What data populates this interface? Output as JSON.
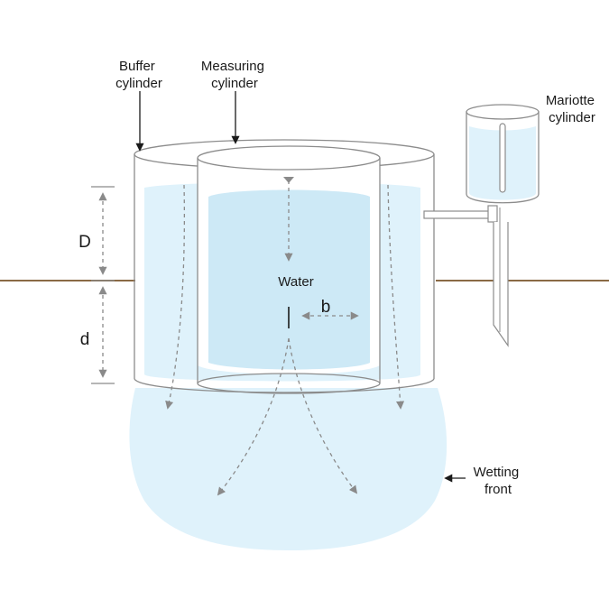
{
  "labels": {
    "buffer_cylinder": [
      "Buffer",
      "cylinder"
    ],
    "measuring_cylinder": [
      "Measuring",
      "cylinder"
    ],
    "mariotte_cylinder": [
      "Mariotte",
      "cylinder"
    ],
    "water": "Water",
    "wetting_front": [
      "Wetting",
      "front"
    ],
    "depth_above": "D",
    "depth_below": "d",
    "spread": "b"
  },
  "colors": {
    "ground": "#8a6a45",
    "water": "#dff2fb",
    "water_dark": "#cde9f6",
    "outline": "#8c8c8c",
    "arrow": "#8a8a8a",
    "text": "#1a1a1a"
  }
}
